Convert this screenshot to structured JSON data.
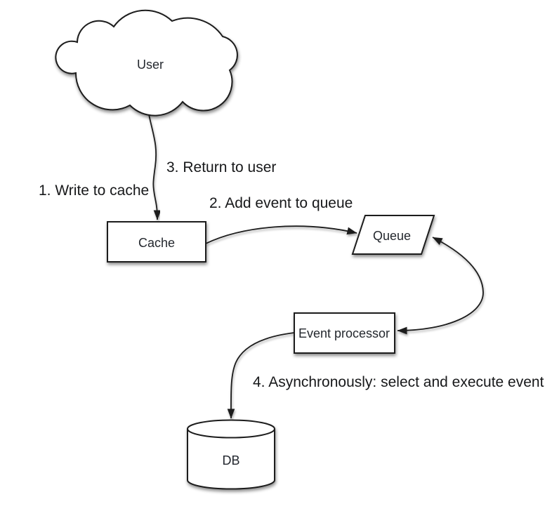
{
  "diagram": {
    "kind": "flow-diagram",
    "nodes": {
      "user": {
        "label": "User",
        "shape": "cloud"
      },
      "cache": {
        "label": "Cache",
        "shape": "rectangle"
      },
      "queue": {
        "label": "Queue",
        "shape": "parallelogram"
      },
      "event_processor": {
        "label": "Event processor",
        "shape": "rectangle"
      },
      "db": {
        "label": "DB",
        "shape": "cylinder"
      }
    },
    "edges": [
      {
        "from": "user",
        "to": "cache",
        "bidirectional": false,
        "labels": [
          "1. Write to cache",
          "3. Return to user"
        ]
      },
      {
        "from": "cache",
        "to": "queue",
        "bidirectional": false,
        "labels": [
          "2. Add event to queue"
        ]
      },
      {
        "from": "queue",
        "to": "event_processor",
        "bidirectional": true,
        "labels": []
      },
      {
        "from": "event_processor",
        "to": "db",
        "bidirectional": false,
        "labels": [
          "4. Asynchronously: select and execute event"
        ]
      }
    ],
    "colors": {
      "background": "#ffffff",
      "shape_fill": "#ffffff",
      "stroke": "#1a1a1a",
      "text": "#17181a",
      "shadow": "#000000"
    }
  }
}
